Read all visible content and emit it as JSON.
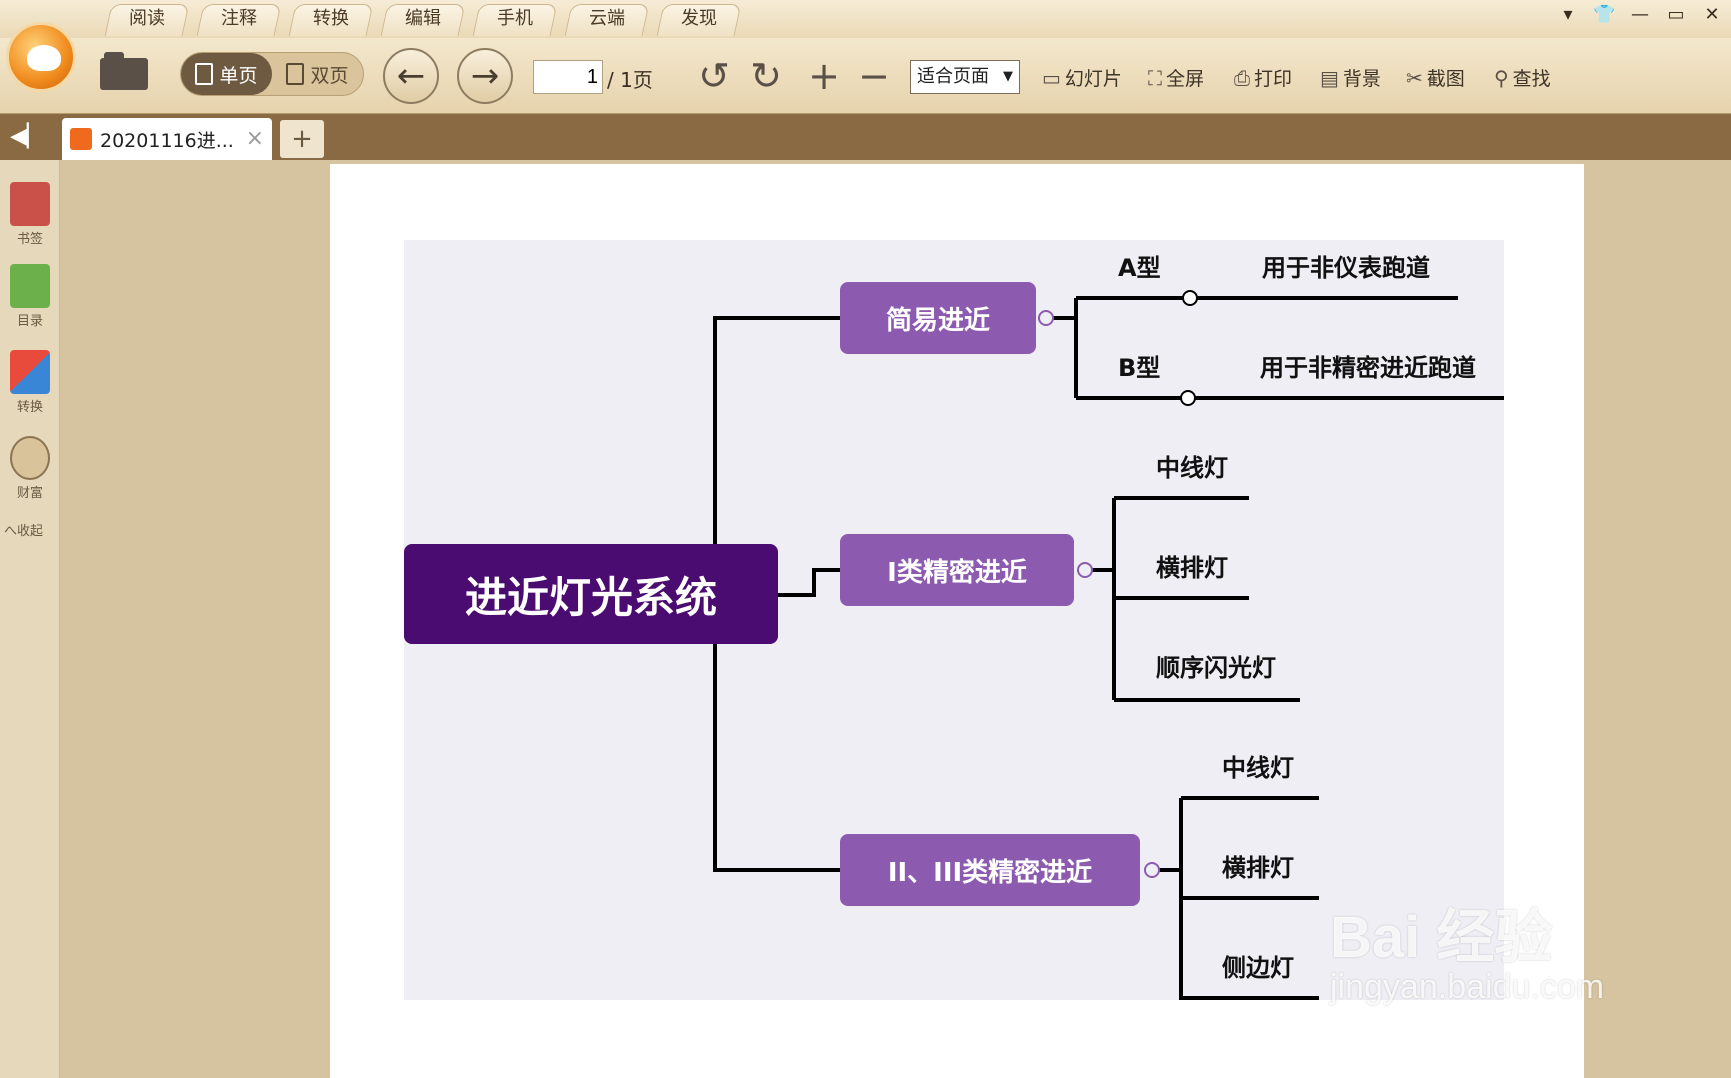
{
  "menu": [
    "阅读",
    "注释",
    "转换",
    "编辑",
    "手机",
    "云端",
    "发现"
  ],
  "window_controls": [
    "▾",
    "👕",
    "—",
    "▭",
    "✕"
  ],
  "toolbar": {
    "single_page": "单页",
    "double_page": "双页",
    "prev_icon": "arrow-left-icon",
    "next_icon": "arrow-right-icon",
    "page_current": "1",
    "page_total": "/ 1页",
    "zoom": "适合页面",
    "slideshow": "幻灯片",
    "fullscreen": "全屏",
    "print": "打印",
    "background": "背景",
    "screenshot": "截图",
    "find": "查找"
  },
  "tabs": {
    "active_tab": "20201116进...",
    "add_label": "+"
  },
  "sidebar": {
    "bookmark": "书签",
    "toc": "目录",
    "convert": "转换",
    "wealth": "财富",
    "collapse": "へ收起"
  },
  "diagram": {
    "root": "进近灯光系统",
    "branches": [
      {
        "label": "简易进近",
        "leaves": [
          {
            "name": "A型",
            "desc": "用于非仪表跑道"
          },
          {
            "name": "B型",
            "desc": "用于非精密进近跑道"
          }
        ]
      },
      {
        "label": "I类精密进近",
        "leaves": [
          {
            "name": "中线灯"
          },
          {
            "name": "横排灯"
          },
          {
            "name": "顺序闪光灯"
          }
        ]
      },
      {
        "label": "II、III类精密进近",
        "leaves": [
          {
            "name": "中线灯"
          },
          {
            "name": "横排灯"
          },
          {
            "name": "侧边灯"
          }
        ]
      }
    ]
  },
  "watermark": {
    "main": "Bai 经验",
    "sub": "jingyan.baidu.com"
  },
  "colors": {
    "root": "#4a0c70",
    "branch": "#8c5bb0",
    "diagram_bg": "#eeeef4"
  }
}
